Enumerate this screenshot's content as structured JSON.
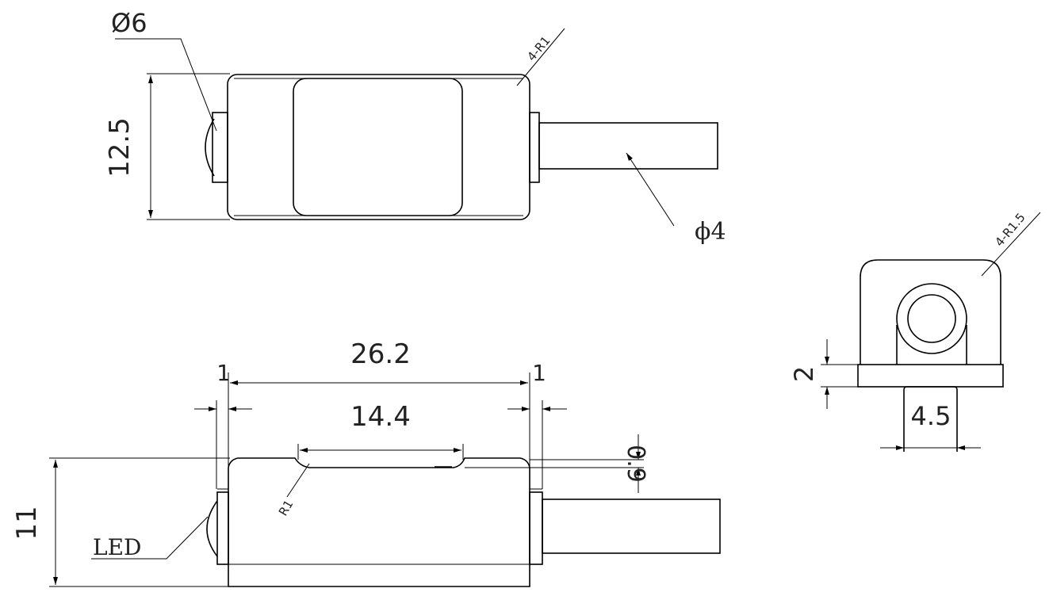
{
  "drawing": {
    "top_view": {
      "dia_led": "Ø6",
      "height": "12.5",
      "corner_radius": "4-R1",
      "dia_cable": "ϕ4"
    },
    "side_view": {
      "length": "26.2",
      "flange_left": "1",
      "flange_right": "1",
      "window_length": "14.4",
      "recess_depth": "0.9",
      "recess_radius": "R1",
      "height": "11",
      "led_label": "LED"
    },
    "end_view": {
      "corner_radius": "4-R1.5",
      "plate_thickness": "2",
      "stem_width": "4.5"
    },
    "line_color": "#000000"
  }
}
